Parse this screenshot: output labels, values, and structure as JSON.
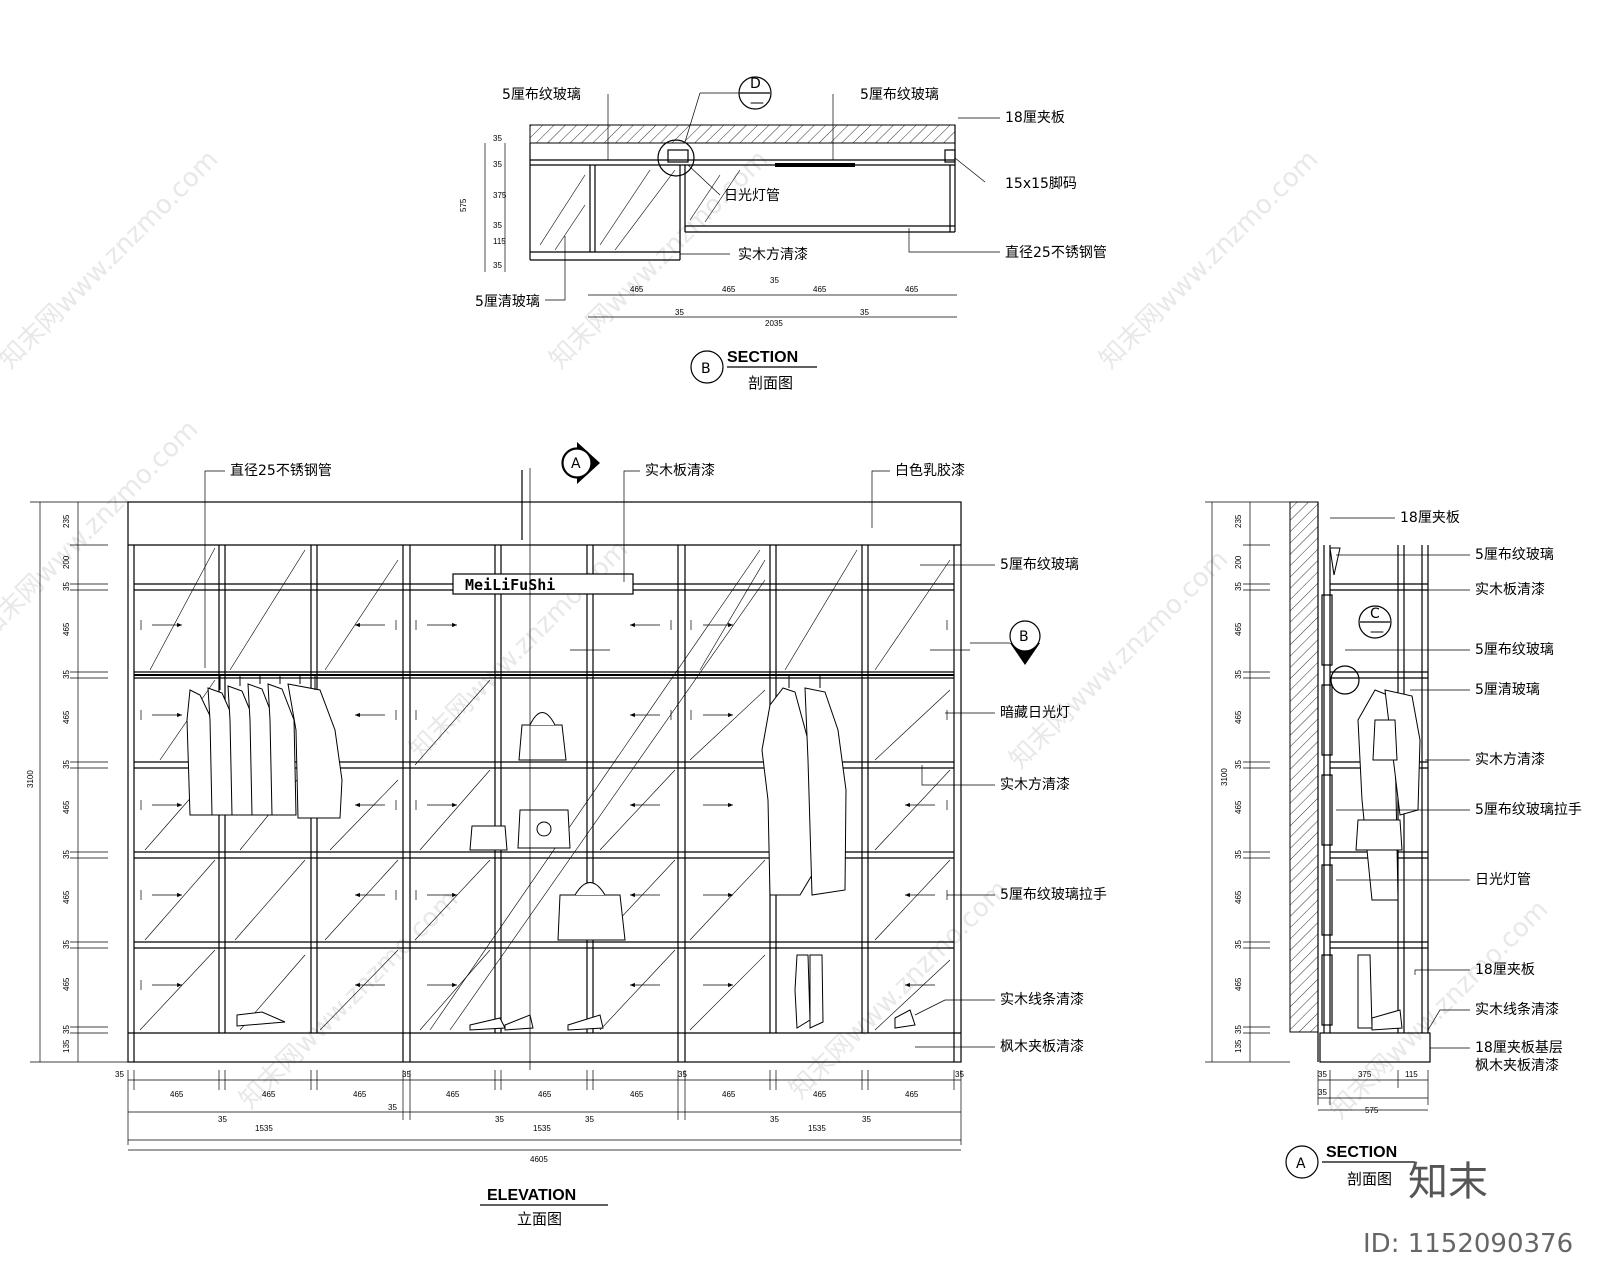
{
  "watermark": {
    "text": "知末网www.znzmo.com",
    "logo": "知末",
    "id": "ID: 1152090376"
  },
  "section_b": {
    "title": "SECTION",
    "subtitle": "剖面图",
    "tag": "B",
    "callout": {
      "letter": "D",
      "sub": "—"
    },
    "labels": [
      "5厘布纹玻璃",
      "5厘布纹玻璃",
      "18厘夹板",
      "15x15脚码",
      "日光灯管",
      "实木方清漆",
      "直径25不锈钢管",
      "5厘清玻璃"
    ],
    "dims_left": [
      "35",
      "35",
      "375",
      "35",
      "115",
      "35"
    ],
    "dim_total_left": "575",
    "dims_bottom": [
      "465",
      "465",
      "465",
      "465"
    ],
    "dims_bottom_small": [
      "35",
      "35",
      "35"
    ],
    "dim_total_bottom": "2035"
  },
  "elevation": {
    "title": "ELEVATION",
    "subtitle": "立面图",
    "sign": "MeiLiFuShi",
    "section_marks": {
      "a": "A",
      "b": "B"
    },
    "labels_top": [
      "直径25不锈钢管",
      "实木板清漆",
      "白色乳胶漆"
    ],
    "labels_right": [
      "5厘布纹玻璃",
      "暗藏日光灯",
      "实木方清漆",
      "5厘布纹玻璃拉手",
      "实木线条清漆",
      "枫木夹板清漆"
    ],
    "dims_left": [
      "235",
      "200",
      "35",
      "465",
      "35",
      "465",
      "35",
      "465",
      "35",
      "465",
      "35",
      "465",
      "35",
      "135"
    ],
    "dim_total_left": "3100",
    "dims_bottom": [
      "35",
      "465",
      "465",
      "465",
      "35",
      "465",
      "465",
      "465",
      "35",
      "465",
      "465",
      "465",
      "35"
    ],
    "dims_bottom_mid": [
      "35",
      "1535",
      "35",
      "35",
      "1535",
      "35",
      "35",
      "1535",
      "35"
    ],
    "dim_total": "4605"
  },
  "section_a": {
    "title": "SECTION",
    "subtitle": "剖面图",
    "tag": "A",
    "callout": {
      "letter": "C",
      "sub": "—"
    },
    "labels": [
      "18厘夹板",
      "5厘布纹玻璃",
      "实木板清漆",
      "5厘布纹玻璃",
      "5厘清玻璃",
      "实木方清漆",
      "5厘布纹玻璃拉手",
      "日光灯管",
      "18厘夹板",
      "实木线条清漆",
      "18厘夹板基层",
      "枫木夹板清漆"
    ],
    "dims_left": [
      "235",
      "200",
      "35",
      "465",
      "35",
      "465",
      "35",
      "465",
      "35",
      "465",
      "35",
      "465",
      "35",
      "135"
    ],
    "dim_total_left": "3100",
    "dims_bottom": [
      "35",
      "375",
      "115"
    ],
    "dims_bottom2": [
      "35",
      "575"
    ]
  }
}
